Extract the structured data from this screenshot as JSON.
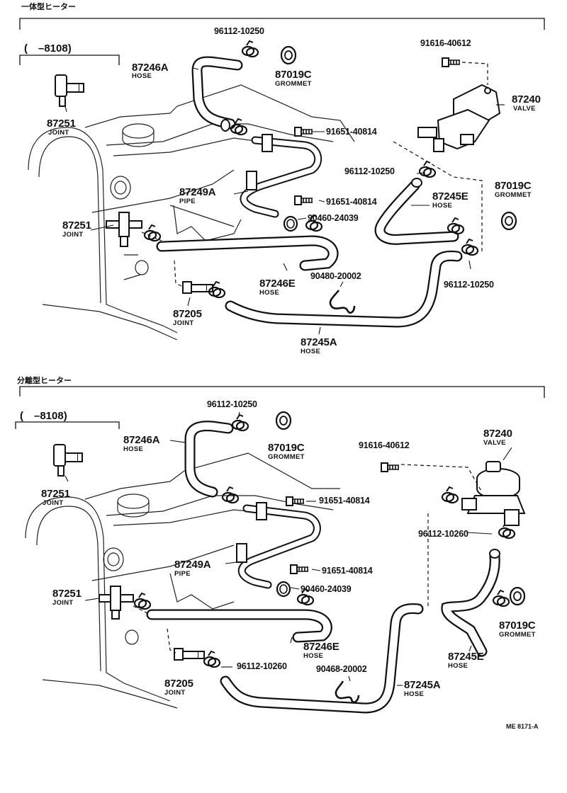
{
  "top": {
    "section_title": "一体型ヒーター",
    "range": "(　–8108)",
    "labels": {
      "p96112a_num": "96112-10250",
      "p87246a_num": "87246A",
      "p87246a_name": "HOSE",
      "p87019c_num": "87019C",
      "p87019c_name": "GROMMET",
      "p91616_num": "91616-40612",
      "p87240_num": "87240",
      "p87240_name": "VALVE",
      "p87251a_num": "87251",
      "p87251a_name": "JOINT",
      "p91651a_num": "91651-40814",
      "p96112b_num": "96112-10250",
      "p87019c2_num": "87019C",
      "p87019c2_name": "GROMMET",
      "p87249a_num": "87249A",
      "p87249a_name": "PIPE",
      "p91651b_num": "91651-40814",
      "p87245e_num": "87245E",
      "p87245e_name": "HOSE",
      "p87251b_num": "87251",
      "p87251b_name": "JOINT",
      "p90460_num": "90460-24039",
      "p87246e_num": "87246E",
      "p87246e_name": "HOSE",
      "p90480_num": "90480-20002",
      "p96112c_num": "96112-10250",
      "p87205_num": "87205",
      "p87205_name": "JOINT",
      "p87245a_num": "87245A",
      "p87245a_name": "HOSE"
    }
  },
  "bottom": {
    "section_title": "分離型ヒーター",
    "range": "(　–8108)",
    "labels": {
      "p96112a_num": "96112-10250",
      "p87246a_num": "87246A",
      "p87246a_name": "HOSE",
      "p87019c_num": "87019C",
      "p87019c_name": "GROMMET",
      "p91616_num": "91616-40612",
      "p87240_num": "87240",
      "p87240_name": "VALVE",
      "p87251a_num": "87251",
      "p87251a_name": "JOINT",
      "p91651a_num": "91651-40814",
      "p96112b_num": "96112-10260",
      "p87249a_num": "87249A",
      "p87249a_name": "PIPE",
      "p91651b_num": "91651-40814",
      "p87251b_num": "87251",
      "p87251b_name": "JOINT",
      "p90460_num": "90460-24039",
      "p87246e_num": "87246E",
      "p87246e_name": "HOSE",
      "p87019c2_num": "87019C",
      "p87019c2_name": "GROMMET",
      "p87245e_num": "87245E",
      "p87245e_name": "HOSE",
      "p90468_num": "90468-20002",
      "p96112c_num": "96112-10260",
      "p87205_num": "87205",
      "p87205_name": "JOINT",
      "p87245a_num": "87245A",
      "p87245a_name": "HOSE"
    }
  },
  "figure_ref": "ME  8171-A"
}
